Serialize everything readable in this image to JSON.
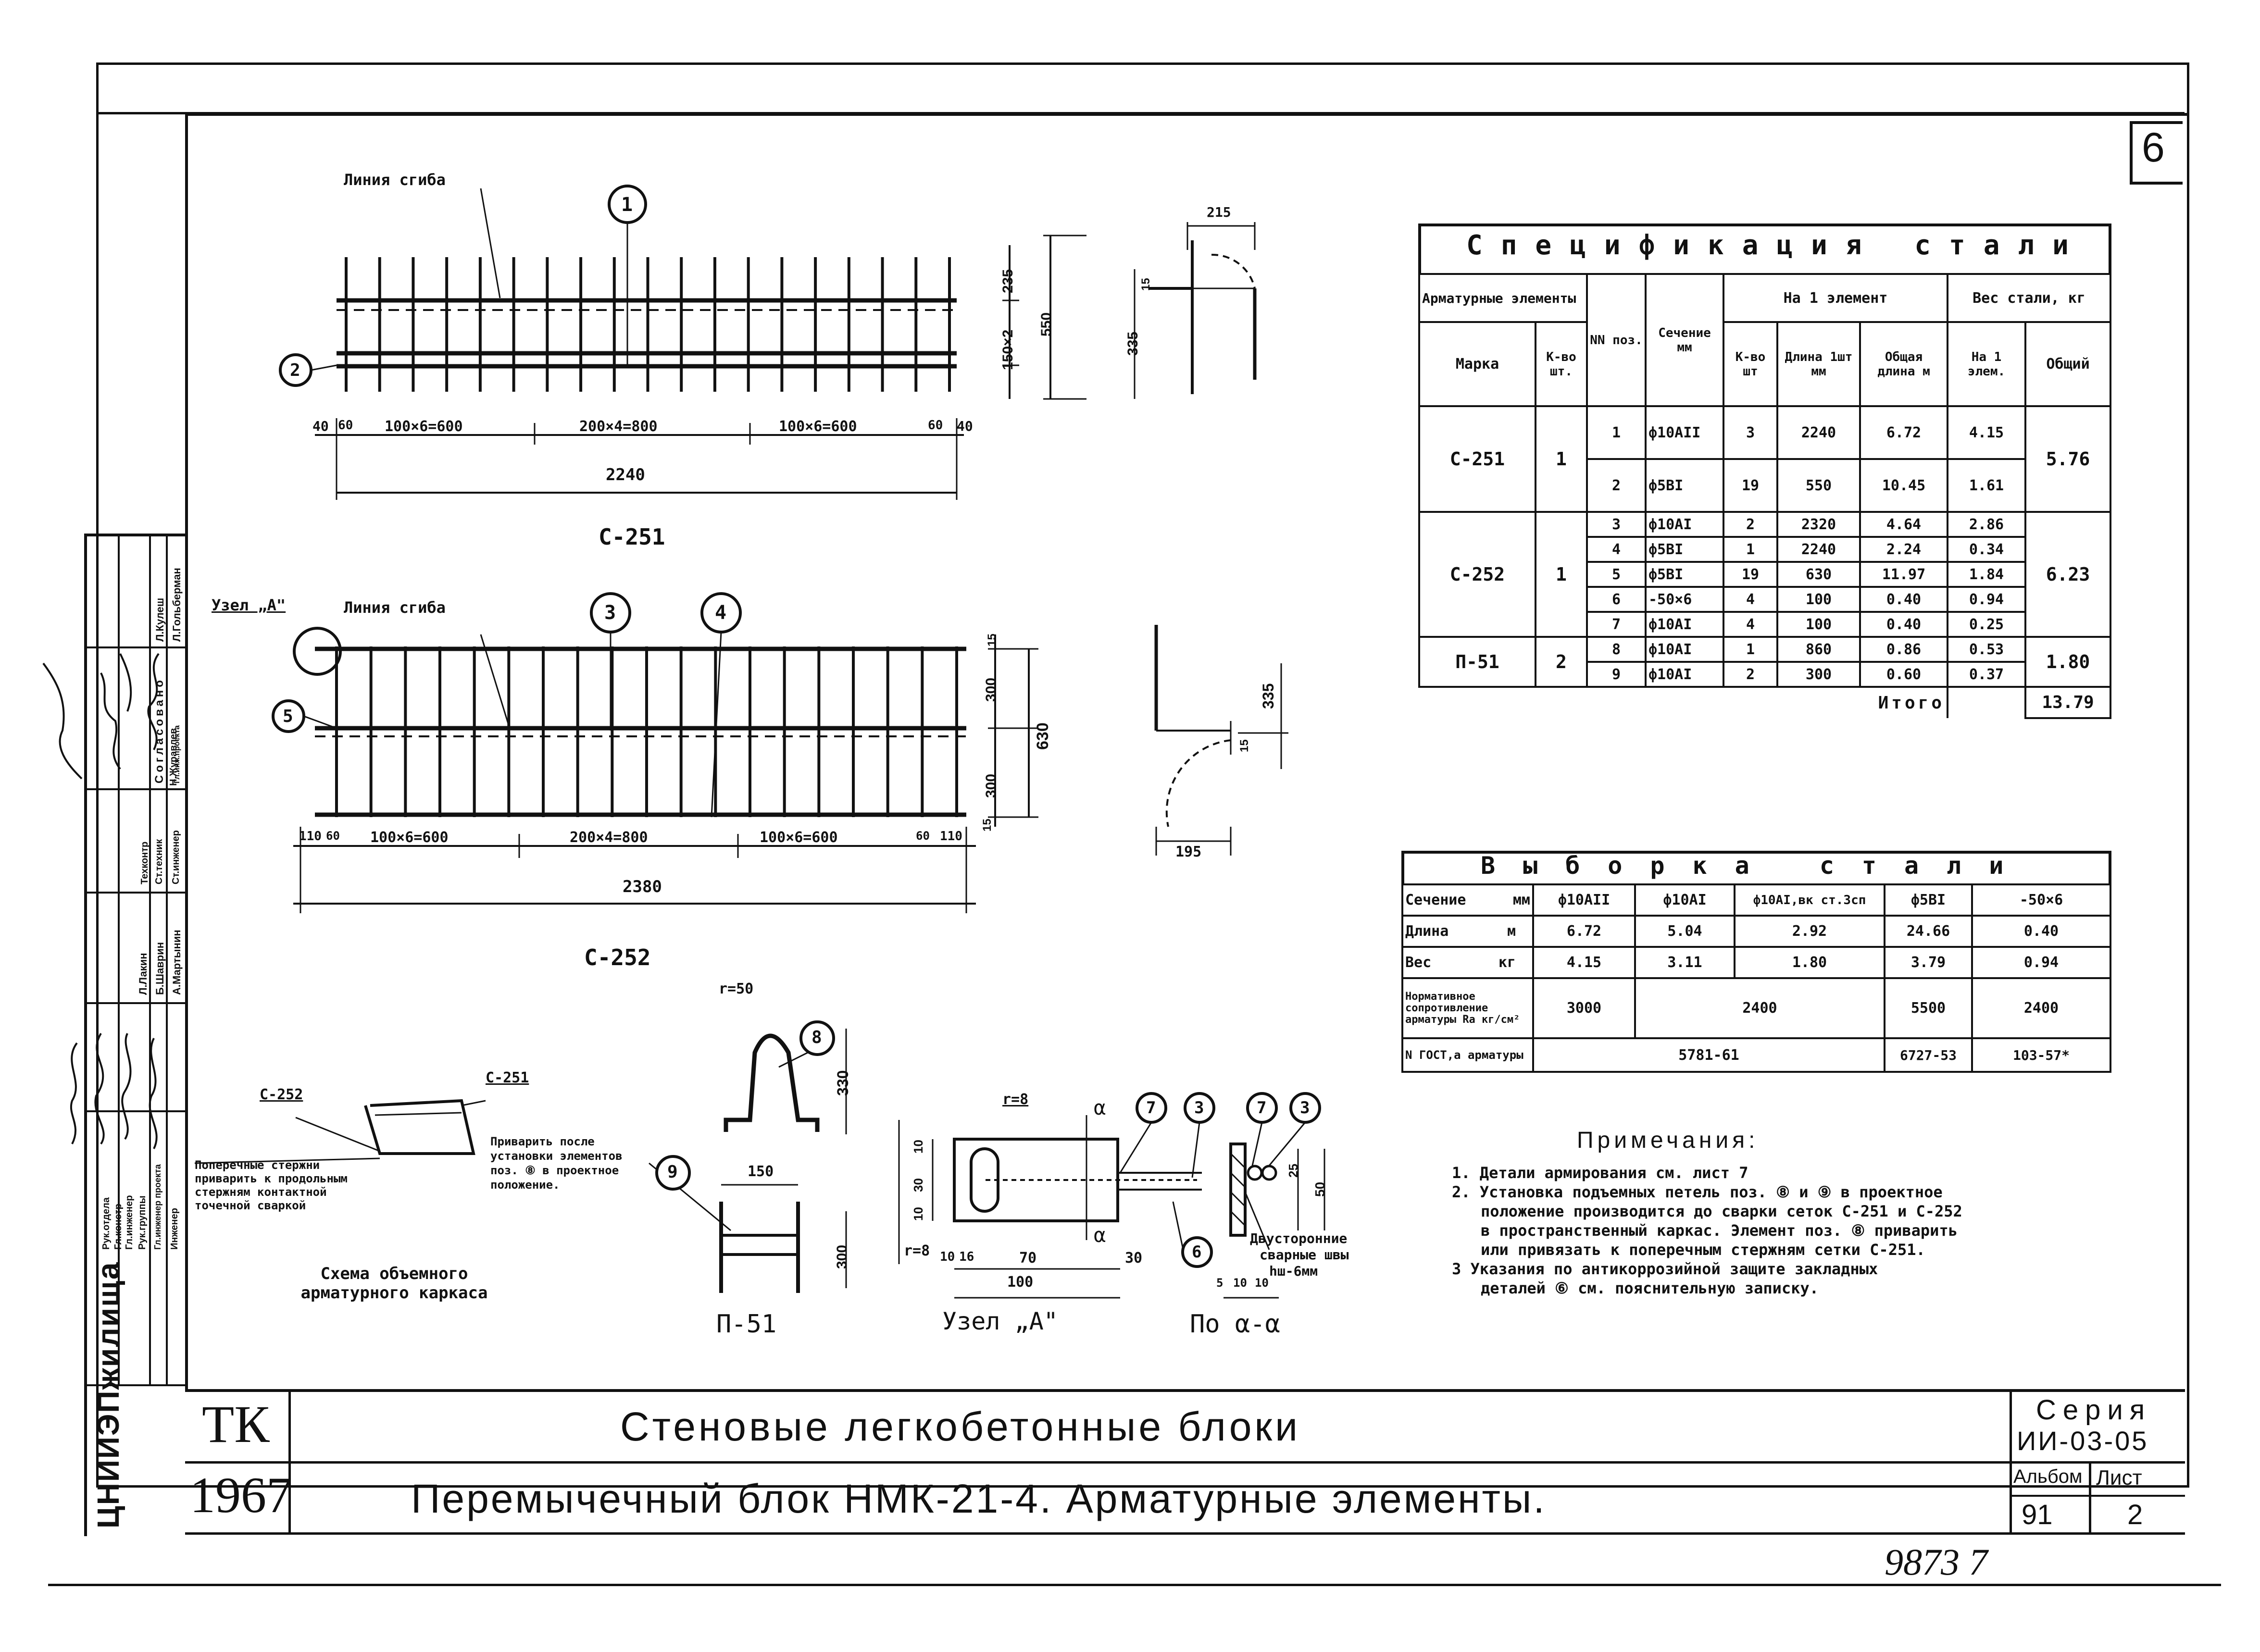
{
  "sheet": {
    "number": "6",
    "bottom_note": "9873 7"
  },
  "drawings": {
    "c251": {
      "title": "С-251",
      "fold_line": "Линия сгиба",
      "dim_segments": [
        "40",
        "60",
        "100×6=600",
        "200×4=800",
        "100×6=600",
        "60",
        "40"
      ],
      "dim_total": "2240",
      "dim_v": [
        "235",
        "150×2",
        "550",
        "335"
      ],
      "dim_215": "215",
      "dim_15": "15",
      "pos_1": "1",
      "pos_2": "2"
    },
    "c252": {
      "title": "С-252",
      "node": "Узел „А\"",
      "fold_line": "Линия сгиба",
      "dim_segments": [
        "110",
        "60",
        "100×6=600",
        "200×4=800",
        "100×6=600",
        "60",
        "110"
      ],
      "dim_total": "2380",
      "dim_v": [
        "15",
        "300",
        "630",
        "300",
        "15",
        "335",
        "15"
      ],
      "dim_195": "195",
      "pos_3": "3",
      "pos_4": "4",
      "pos_5": "5"
    },
    "frame_scheme": {
      "label_c252": "С-252",
      "label_c251": "С-251",
      "note_left": [
        "Поперечные стержни",
        "приварить к продольным",
        "стержням контактной",
        "точечной сваркой"
      ],
      "note_right": [
        "Приварить после",
        "установки элементов",
        "поз. ⑧ в проектное",
        "положение."
      ],
      "title": [
        "Схема объемного",
        "арматурного каркаса"
      ]
    },
    "p51": {
      "title": "П-51",
      "r": "r=50",
      "h": "330",
      "w": "150",
      "h2": "300",
      "pos_8": "8",
      "pos_9": "9"
    },
    "node_a": {
      "title": "Узел „А\"",
      "r1": "r=8",
      "r2": "r=8",
      "dims": [
        "10",
        "30",
        "10",
        "10",
        "16",
        "70",
        "30",
        "100"
      ],
      "section": "α",
      "pos_7": "7",
      "pos_3": "3",
      "pos_6": "6"
    },
    "section_aa": {
      "title": "По α-α",
      "dims": [
        "5",
        "10",
        "10",
        "50",
        "25"
      ],
      "pos_7": "7",
      "pos_3": "3",
      "weld_note": [
        "Двусторонние",
        "сварные швы",
        "hш-6мм"
      ]
    }
  },
  "spec_table": {
    "title": "Спецификация стали",
    "headers": {
      "elements": "Арматурные элементы",
      "mark": "Марка",
      "qty": "К-во шт.",
      "pos": "NN поз.",
      "section": "Сечение мм",
      "per_element": "На 1 элемент",
      "count": "К-во шт",
      "length": "Длина 1шт мм",
      "total_length": "Общая длина м",
      "weight": "Вес стали, кг",
      "weight_one": "На 1 элем.",
      "weight_total": "Общий"
    },
    "groups": [
      {
        "mark": "С-251",
        "qty": "1",
        "total": "5.76",
        "rows": [
          [
            "1",
            "ф10АII",
            "3",
            "2240",
            "6.72",
            "4.15"
          ],
          [
            "2",
            "ф5BI",
            "19",
            "550",
            "10.45",
            "1.61"
          ]
        ]
      },
      {
        "mark": "С-252",
        "qty": "1",
        "total": "6.23",
        "rows": [
          [
            "3",
            "ф10АI",
            "2",
            "2320",
            "4.64",
            "2.86"
          ],
          [
            "4",
            "ф5BI",
            "1",
            "2240",
            "2.24",
            "0.34"
          ],
          [
            "5",
            "ф5BI",
            "19",
            "630",
            "11.97",
            "1.84"
          ],
          [
            "6",
            "-50×6",
            "4",
            "100",
            "0.40",
            "0.94"
          ],
          [
            "7",
            "ф10АI",
            "4",
            "100",
            "0.40",
            "0.25"
          ]
        ]
      },
      {
        "mark": "П-51",
        "qty": "2",
        "total": "1.80",
        "rows": [
          [
            "8",
            "ф10АI",
            "1",
            "860",
            "0.86",
            "0.53"
          ],
          [
            "9",
            "ф10АI",
            "2",
            "300",
            "0.60",
            "0.37"
          ]
        ]
      }
    ],
    "total_label": "Итого",
    "total_value": "13.79"
  },
  "sample_table": {
    "title": "Выборка стали",
    "header": [
      "Сечение",
      "мм",
      "ф10АII",
      "ф10АI",
      "ф10АI,вк ст.3сп",
      "ф5BI",
      "-50×6"
    ],
    "length": [
      "Длина",
      "м",
      "6.72",
      "5.04",
      "2.92",
      "24.66",
      "0.40"
    ],
    "weight": [
      "Вес",
      "кг",
      "4.15",
      "3.11",
      "1.80",
      "3.79",
      "0.94"
    ],
    "resist_label": "Нормативное сопротивление арматуры Rа кг/см²",
    "resist": [
      "3000",
      "2400",
      "5500",
      "2400"
    ],
    "gost_label": "N ГОСТ,а арматуры",
    "gost": [
      "5781-61",
      "6727-53",
      "103-57*"
    ]
  },
  "notes": {
    "title": "Примечания:",
    "items": [
      "1. Детали армирования см. лист 7",
      "2. Установка подъемных петель поз. ⑧ и ⑨ в проектное",
      "положение производится до сварки сеток С-251 и С-252",
      "в пространственный каркас. Элемент поз. ⑧ приварить",
      "или привязать к поперечным стержням сетки С-251.",
      "3 Указания по антикоррозийной защите закладных",
      "деталей ⑥ см. пояснительную записку."
    ]
  },
  "title_block": {
    "tk": "ТК",
    "year": "1967",
    "line1": "Стеновые легкобетонные блоки",
    "line2": "Перемычечный блок НМК-21-4. Арматурные элементы.",
    "series_label": "Серия",
    "series": "ИИ-03-05",
    "album_label": "Альбом",
    "album": "91",
    "sheet_label": "Лист",
    "sheet": "2"
  },
  "side_stamp": {
    "org": "ЦНИИЭПжилища",
    "roles": [
      "Рук.отдела",
      "Гл.констр",
      "Гл.инженер",
      "Рук.группы",
      "Гл.инженер проекта",
      "Инженер"
    ],
    "names": [
      "Л.Гольберман",
      "А.Мартынин",
      "Б.Шаврин",
      "Л.Лакин",
      "Л.Кулеш",
      "Н.Журавлев"
    ],
    "signatures": [
      "Гольберман",
      "Мартынин",
      "Шаврин",
      "Лакин",
      "Кулеш",
      "Журавлев"
    ],
    "approved": "Согласовано",
    "titles2": [
      "Ст.инженер",
      "Ст.техник",
      "Техконтр",
      "Гл.инж.проекта"
    ]
  }
}
